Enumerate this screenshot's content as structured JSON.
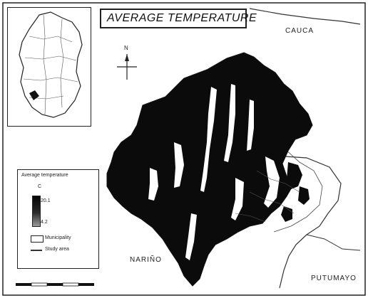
{
  "map": {
    "title": "AVERAGE TEMPERATURE",
    "north_label": "N",
    "regions": {
      "cauca": "CAUCA",
      "narino": "NARIÑO",
      "putumayo": "PUTUMAYO"
    },
    "colors": {
      "fill": "#0b0b0b",
      "outline": "#222222",
      "background": "#ffffff"
    }
  },
  "legend": {
    "title": "Average temperature",
    "unit": "C",
    "max_value": "20.1",
    "min_value": "4.2",
    "municipality_label": "Municipality",
    "study_area_label": "Study area"
  },
  "inset": {
    "icon": "colombia-locator-map-icon"
  }
}
